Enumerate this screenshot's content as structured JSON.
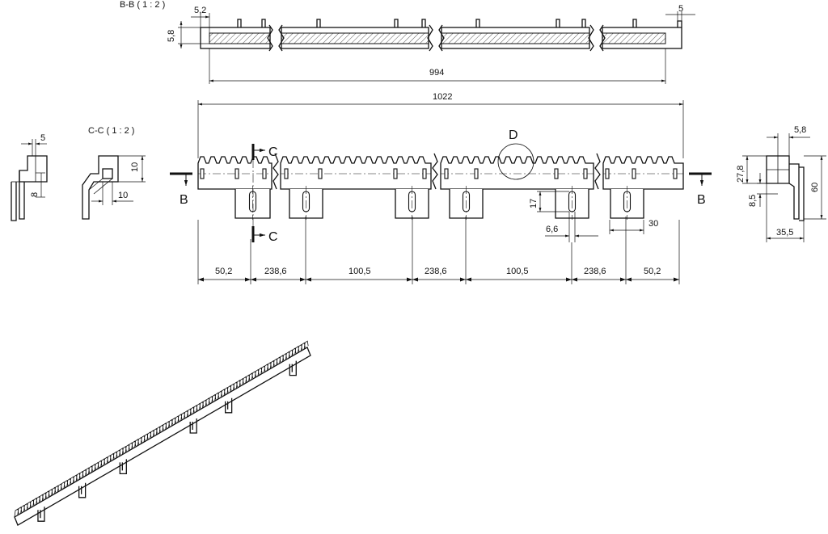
{
  "sections": {
    "bb_title": "B-B ( 1 : 2 )",
    "cc_title": "C-C ( 1 : 2 )",
    "detail_label": "D",
    "cut_b": "B",
    "cut_c": "C"
  },
  "top_view": {
    "dim_height": "5,8",
    "dim_left": "5,2",
    "dim_right": "5",
    "dim_length": "994"
  },
  "front_view": {
    "overall_length": "1022",
    "bottom_dims": [
      "50,2",
      "238,6",
      "100,5",
      "238,6",
      "100,5",
      "238,6",
      "50,2"
    ],
    "slot_height": "17",
    "slot_width": "6,6",
    "tab_width": "30"
  },
  "left_view": {
    "dim_top": "5",
    "dim_side": "8"
  },
  "section_cc": {
    "dim_height": "10",
    "dim_width": "10"
  },
  "right_view": {
    "dim_top": "5,8",
    "dim_27": "27,8",
    "dim_8": "8,5",
    "dim_60": "60",
    "dim_35": "35,5"
  }
}
